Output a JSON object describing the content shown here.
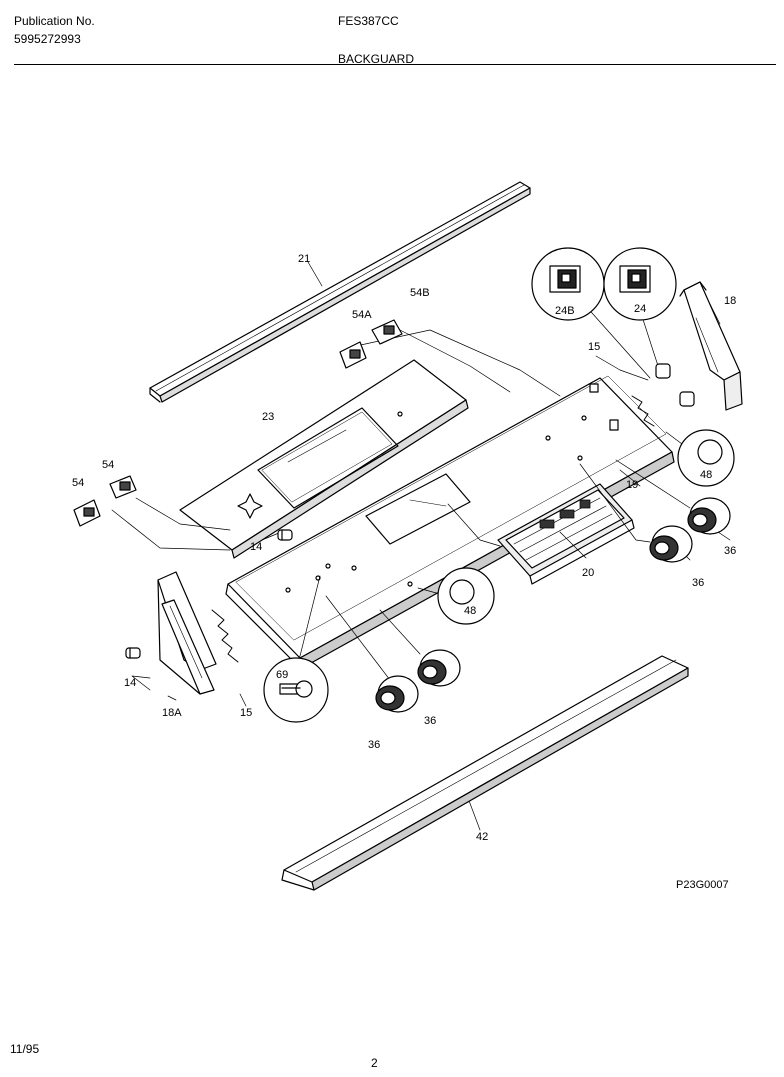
{
  "header": {
    "publication_label": "Publication No.",
    "publication_number": "5995272993",
    "model": "FES387CC",
    "section": "BACKGUARD"
  },
  "footer": {
    "date": "11/95",
    "page": "2"
  },
  "figure_code": "P23G0007",
  "callouts": {
    "c21": "21",
    "c54a": "54A",
    "c54b": "54B",
    "c24b": "24B",
    "c24": "24",
    "c18": "18",
    "c15_top": "15",
    "c23": "23",
    "c54": "54",
    "c54_left": "54",
    "c48_right": "48",
    "c19": "19",
    "c14_mid": "14",
    "c20": "20",
    "c36_a": "36",
    "c36_b": "36",
    "c48_mid": "48",
    "c69": "69",
    "c14_left": "14",
    "c18a": "18A",
    "c15_bottom": "15",
    "c36_c": "36",
    "c36_d": "36",
    "c42": "42"
  }
}
